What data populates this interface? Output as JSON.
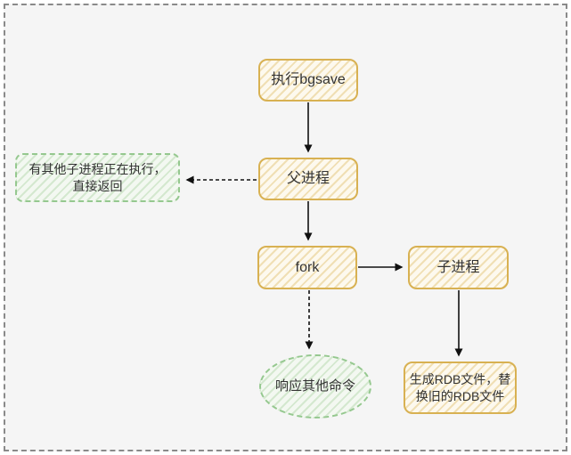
{
  "nodes": {
    "bgsave": {
      "label": "执行bgsave"
    },
    "parent_process": {
      "label": "父进程"
    },
    "other_child_running": {
      "lines": [
        "有其他子进程正在执行，",
        "直接返回"
      ]
    },
    "fork": {
      "label": "fork"
    },
    "child_process": {
      "label": "子进程"
    },
    "respond_other_commands": {
      "label": "响应其他命令"
    },
    "generate_rdb": {
      "lines": [
        "生成RDB文件，替",
        "换旧的RDB文件"
      ]
    }
  },
  "colors": {
    "canvas_background": "#f5f5f5",
    "frame_border": "#8a8a8a",
    "process_box_border": "#d8b152",
    "process_box_fill": "#fdf9ee",
    "process_box_hatch": "#f0dfb4",
    "note_border": "#95c88f",
    "note_fill": "#f3f8f1",
    "note_hatch": "#d4e8cf",
    "arrow": "#111111",
    "text": "#333333"
  }
}
